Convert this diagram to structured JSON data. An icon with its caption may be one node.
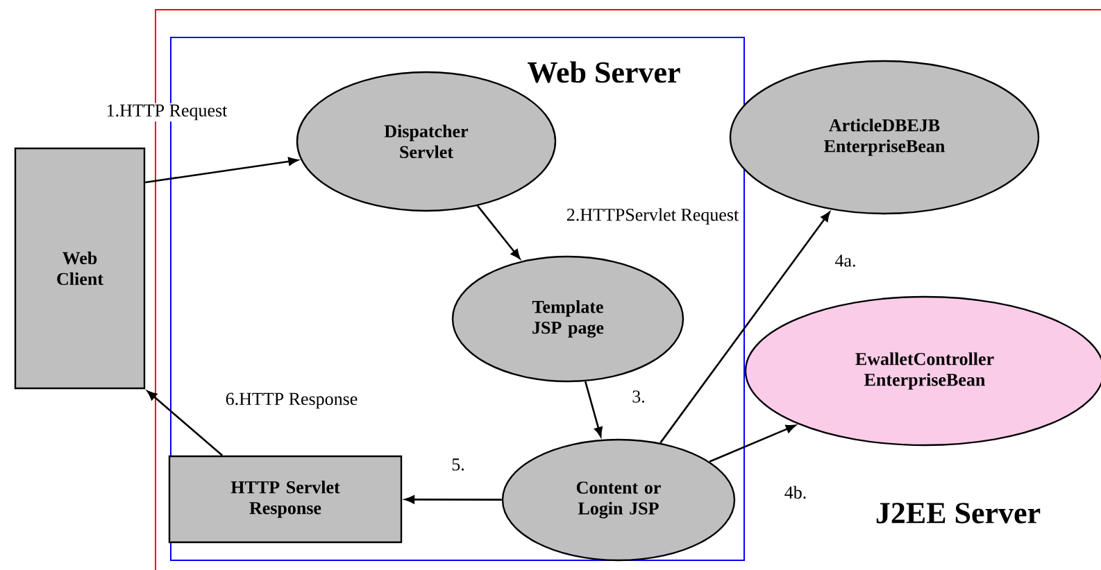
{
  "diagram": {
    "nodes": [
      {
        "text": [
          "J2EE Server"
        ]
      },
      {
        "text": [
          "Web Server"
        ],
        "in": 0
      },
      {
        "text": [
          "Web Client"
        ]
      },
      {
        "text": [
          "Dispatcher Servlet"
        ],
        "in": 1
      },
      {
        "text": [
          "ArticleDBEJB EnterpriseBean"
        ],
        "in": 0
      },
      {
        "text": [
          "Template JSP page"
        ],
        "in": 1
      },
      {
        "text": [
          "EwalletController EnterpriseBean"
        ],
        "in": 0
      },
      {
        "text": [
          "HTTP Servlet Response"
        ],
        "in": 1
      },
      {
        "text": [
          "Content or Login JSP"
        ],
        "in": 1
      }
    ],
    "edges": [
      {
        "from": 2,
        "to": 3,
        "arrow": "to",
        "label": "1.HTTP Request"
      },
      {
        "from": 3,
        "to": 5,
        "arrow": "to",
        "label": "2.HTTPServlet Request"
      },
      {
        "from": 5,
        "to": 8,
        "arrow": "to",
        "label": "3."
      },
      {
        "from": 8,
        "to": 4,
        "arrow": "to",
        "label": "4a."
      },
      {
        "from": 8,
        "to": 6,
        "arrow": "to",
        "label": "4b."
      },
      {
        "from": 8,
        "to": 7,
        "arrow": "to",
        "label": "5."
      },
      {
        "from": 7,
        "to": 2,
        "arrow": "to",
        "label": "6.HTTP Response"
      }
    ]
  }
}
